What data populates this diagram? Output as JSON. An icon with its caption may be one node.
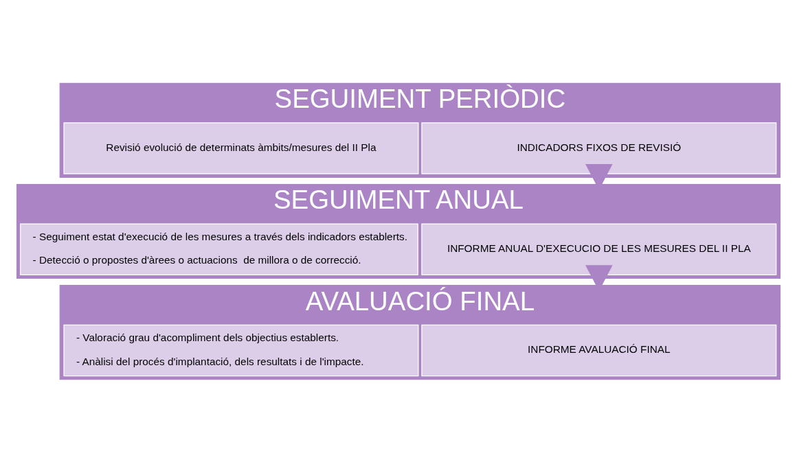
{
  "diagram": {
    "nodes": [
      {
        "text": [
          "SEGUIMENT PERIÒDIC"
        ]
      },
      {
        "text": [
          "INDICADORS FIXOS DE REVISIÓ"
        ],
        "in": 0
      },
      {
        "text": [
          "Revisió evolució de determinats àmbits/mesures del II Pla"
        ],
        "in": 0
      },
      {
        "text": [
          "SEGUIMENT ANUAL"
        ]
      },
      {
        "text": [
          "INFORME ANUAL D'EXECUCIO DE LES MESURES DEL II PLA"
        ],
        "in": 3
      },
      {
        "text": [
          "- Seguiment estat d'execució de les mesures a través dels indicadors establerts.",
          "- Detecció o propostes d'àrees o actuacions  de millora o de correcció."
        ],
        "in": 3
      },
      {
        "text": [
          "AVALUACIÓ FINAL"
        ]
      },
      {
        "text": [
          "INFORME AVALUACIÓ FINAL"
        ],
        "in": 6
      },
      {
        "text": [
          "- Valoració grau d'acompliment dels objectius establerts.",
          "- Anàlisi del procés d'implantació, dels resultats i de l'impacte."
        ],
        "in": 6
      }
    ],
    "edges": [
      {
        "from": 0,
        "to": 3,
        "arrow": "to"
      },
      {
        "from": 3,
        "to": 6,
        "arrow": "to"
      }
    ]
  }
}
